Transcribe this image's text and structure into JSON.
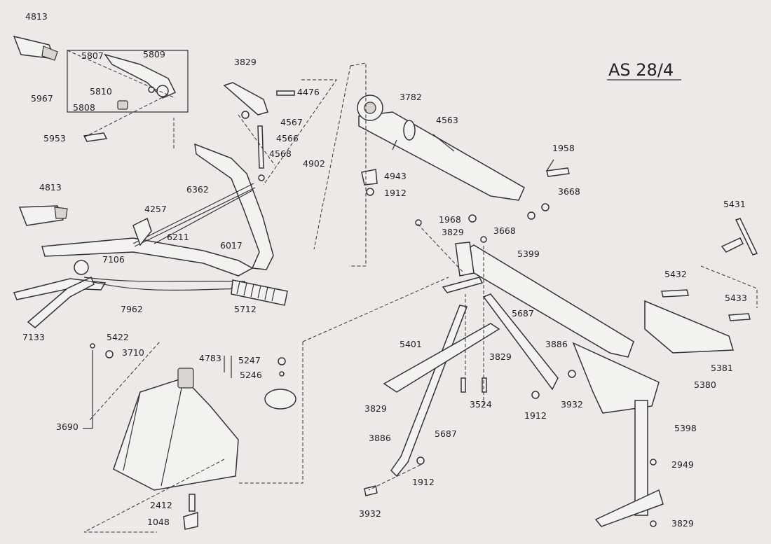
{
  "title": "AS 28/4",
  "labels": [
    "4813",
    "5807",
    "5809",
    "3829",
    "4476",
    "5967",
    "5810",
    "5808",
    "5953",
    "4567",
    "4566",
    "4568",
    "4902",
    "3782",
    "4563",
    "1958",
    "4943",
    "1912",
    "3668",
    "1968",
    "3829",
    "3668",
    "5431",
    "4813",
    "4257",
    "6362",
    "6211",
    "6017",
    "5399",
    "5432",
    "5433",
    "7106",
    "7962",
    "5712",
    "7133",
    "5687",
    "3886",
    "5422",
    "3710",
    "4783",
    "5247",
    "5246",
    "5401",
    "3829",
    "5381",
    "5380",
    "3524",
    "3932",
    "3690",
    "3829",
    "1912",
    "3886",
    "5687",
    "5398",
    "2949",
    "2412",
    "1048",
    "1912",
    "3932",
    "3829"
  ]
}
